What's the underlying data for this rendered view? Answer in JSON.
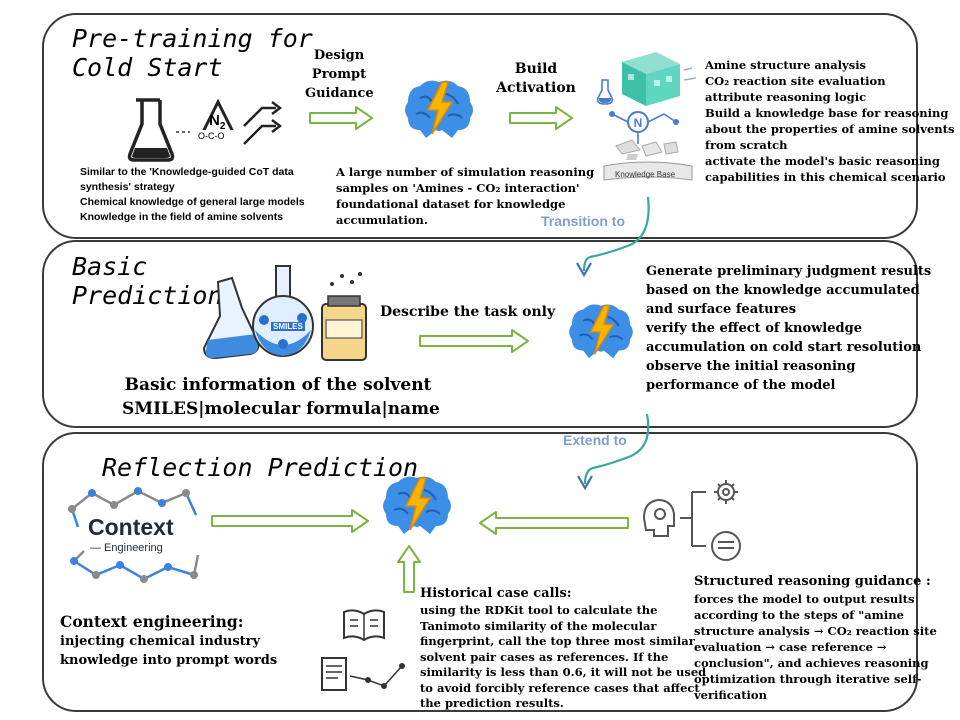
{
  "colors": {
    "arrow_green": "#7cb342",
    "connector": "#3aa6a0",
    "label_blue": "#7f9fd0",
    "brain_blue": "#3d8ee6",
    "bolt": "#f7b500"
  },
  "panels": {
    "p1": {
      "title_lines": [
        "Pre-training for",
        "Cold Start"
      ],
      "arrow1_label_lines": [
        "Design",
        "Prompt",
        "Guidance"
      ],
      "arrow2_label_lines": [
        "Build",
        "Activation"
      ],
      "n2_symbol": "N",
      "n2_subscript": "2",
      "n2_bottom": "O-C-O",
      "kb_label": "Knowledge Base",
      "left_text_lines": [
        "Similar to the 'Knowledge-guided CoT data",
        "synthesis' strategy",
        "Chemical knowledge of general large models",
        "Knowledge in the field of amine solvents"
      ],
      "mid_text_lines": [
        "A large number of simulation reasoning",
        "samples on 'Amines - CO₂ interaction'",
        "foundational dataset for knowledge",
        "accumulation."
      ],
      "right_text_lines": [
        "Amine structure analysis",
        "CO₂ reaction site evaluation",
        "attribute reasoning logic",
        "Build a knowledge base for reasoning",
        "about the properties of amine solvents",
        "from scratch",
        "activate the model's basic reasoning",
        "capabilities in this chemical scenario"
      ]
    },
    "transition_label": "Transition to",
    "extend_label": "Extend to",
    "p2": {
      "title_lines": [
        "Basic",
        "Prediction"
      ],
      "arrow_label": "Describe the task only",
      "flask_label": "SMILES",
      "bottom_text_lines": [
        "Basic information of the solvent",
        "SMILES|molecular formula|name"
      ],
      "right_text_lines": [
        "Generate preliminary judgment results",
        "based on the knowledge accumulated",
        "and surface features",
        "verify the effect of knowledge",
        "accumulation on cold start resolution",
        "observe the initial reasoning",
        "performance of the model"
      ]
    },
    "p3": {
      "title_lines": [
        "Reflection Prediction"
      ],
      "logo_line1": "Context",
      "logo_line2": "— Engineering",
      "left_heading": "Context engineering:",
      "left_text_lines": [
        "injecting chemical industry",
        "knowledge into prompt words"
      ],
      "hist_heading": "Historical case calls:",
      "hist_text_lines": [
        "using the RDKit tool to calculate the",
        "Tanimoto similarity of the molecular",
        "fingerprint, call the top three most similar",
        "solvent pair cases as references. If the",
        "similarity is less than 0.6, it will not be used",
        "to avoid forcibly reference cases that affect",
        "the prediction results."
      ],
      "struct_heading": "Structured reasoning guidance :",
      "struct_text_lines": [
        "forces the model to output results",
        "according to the steps of \"amine",
        "structure analysis → CO₂ reaction site",
        "evaluation → case reference →",
        "conclusion\", and achieves reasoning",
        "optimization through iterative self-",
        "verification"
      ]
    }
  }
}
